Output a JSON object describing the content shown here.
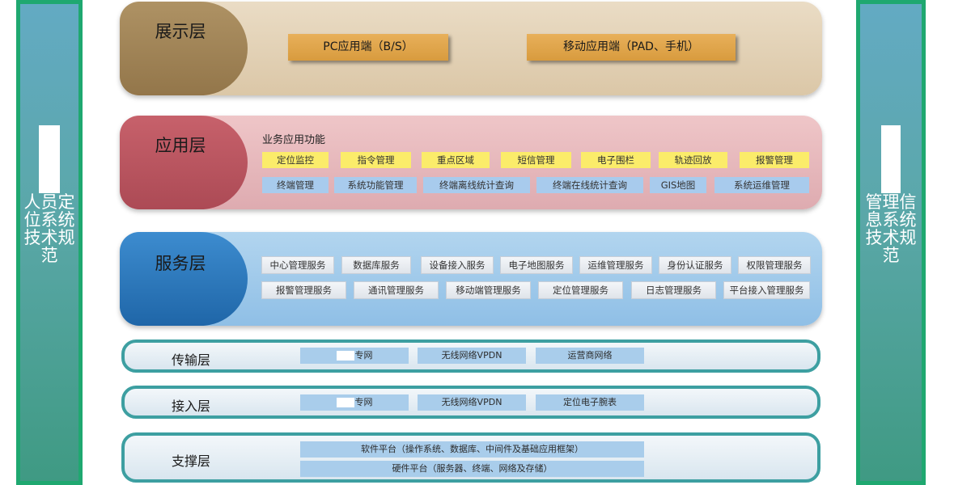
{
  "left_sidebar": {
    "title": "人员定位系统技术规范"
  },
  "right_sidebar": {
    "title": "管理信息系统技术规范"
  },
  "layers": {
    "display": {
      "label": "展示层",
      "items": [
        "PC应用端（B/S）",
        "移动应用端（PAD、手机）"
      ]
    },
    "application": {
      "label": "应用层",
      "subtitle": "业务应用功能",
      "row1": [
        "定位监控",
        "指令管理",
        "重点区域",
        "短信管理",
        "电子围栏",
        "轨迹回放",
        "报警管理"
      ],
      "row2": [
        "终端管理",
        "系统功能管理",
        "终端离线统计查询",
        "终端在线统计查询",
        "GIS地图",
        "系统运维管理"
      ]
    },
    "service": {
      "label": "服务层",
      "row1": [
        "中心管理服务",
        "数据库服务",
        "设备接入服务",
        "电子地图服务",
        "运维管理服务",
        "身份认证服务",
        "权限管理服务"
      ],
      "row2": [
        "报警管理服务",
        "通讯管理服务",
        "移动端管理服务",
        "定位管理服务",
        "日志管理服务",
        "平台接入管理服务"
      ]
    },
    "transport": {
      "label": "传输层",
      "items": [
        "专网",
        "无线网络VPDN",
        "运营商网络"
      ]
    },
    "access": {
      "label": "接入层",
      "items": [
        "专网",
        "无线网络VPDN",
        "定位电子腕表"
      ]
    },
    "support": {
      "label": "支撑层",
      "items": [
        "软件平台（操作系统、数据库、中间件及基础应用框架）",
        "硬件平台（服务器、终端、网络及存储）"
      ]
    }
  }
}
